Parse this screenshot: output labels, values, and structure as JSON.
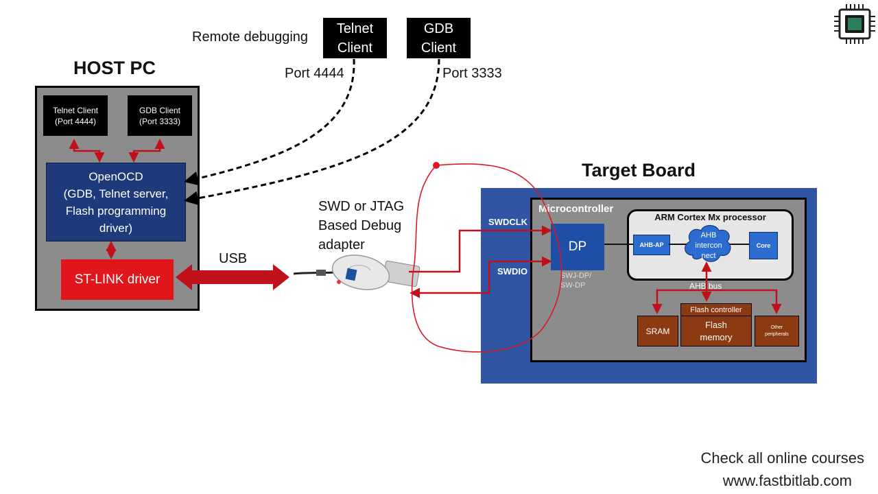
{
  "top": {
    "remote_debugging": "Remote debugging",
    "telnet_client": "Telnet\nClient",
    "gdb_client": "GDB\nClient",
    "port_4444": "Port 4444",
    "port_3333": "Port 3333"
  },
  "host": {
    "title": "HOST PC",
    "telnet_client": "Telnet Client\n(Port 4444)",
    "gdb_client": "GDB Client\n(Port 3333)",
    "openocd": "OpenOCD\n(GDB, Telnet server,\nFlash programming\ndriver)",
    "stlink_driver": "ST-LINK driver"
  },
  "link": {
    "usb": "USB",
    "adapter_label": "SWD or JTAG\nBased Debug\nadapter"
  },
  "target": {
    "title": "Target Board",
    "microcontroller": "Microcontroller",
    "arm_processor": "ARM Cortex Mx processor",
    "dp": "DP",
    "dp_sub": "SWJ-DP/\nSW-DP",
    "ahb_ap": "AHB-AP",
    "ahb_interconnect": "AHB\nintercon\nnect",
    "core": "Core",
    "ahb_bus": "AHB bus",
    "flash_controller": "Flash controller",
    "flash_memory": "Flash\nmemory",
    "sram": "SRAM",
    "other_peripherals": "Other\nperipherals",
    "swdclk": "SWDCLK",
    "swdio": "SWDIO"
  },
  "footer": {
    "line1": "Check all online courses",
    "line2": "www.fastbitlab.com"
  },
  "colors": {
    "red_arrow": "#c0111b",
    "host_gray": "#8c8c8c",
    "openocd_blue": "#1f3a7a",
    "target_blue": "#2f55a4",
    "brown": "#8b3a12"
  }
}
